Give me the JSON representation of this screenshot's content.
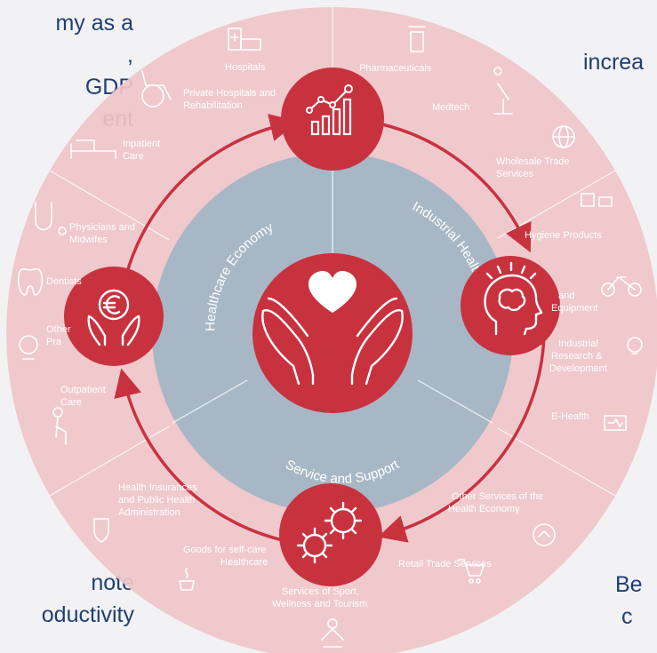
{
  "corner_texts": {
    "top_left": "my as a\n,\n GDP\nent",
    "top_right": "increa",
    "bottom_left": "note\noductivity",
    "bottom_right": "Be\n c"
  },
  "rings": {
    "healthcare_economy": "Healthcare Economy",
    "industrial_health_economy": "Industrial Health Economy",
    "service_and_support": "Service and Support"
  },
  "sectors": {
    "hospitals": "Hospitals",
    "private_hospitals": "Private Hospitals and",
    "private_hospitals_2": "Rehabilitation",
    "inpatient_care": "Inpatient",
    "inpatient_care_2": "Care",
    "physicians": "Physicians and",
    "physicians_2": "Midwifes",
    "dentists": "Dentists",
    "other_practices": "Other",
    "other_practices_2": "Pra",
    "outpatient_care": "Outpatient",
    "outpatient_care_2": "Care",
    "pharmaceuticals": "Pharmaceuticals",
    "medtech": "Medtech",
    "wholesale": "Wholesale Trade",
    "wholesale_2": "Services",
    "hygiene": "Hygiene Products",
    "equipment": "and",
    "equipment_2": "Equipment",
    "research": "Industrial",
    "research_2": "Research &",
    "research_3": "Development",
    "ehealth": "E-Health",
    "insurance": "Health Insurances",
    "insurance_2": "and Public Health",
    "insurance_3": "Administration",
    "self_care": "Goods for self-care",
    "self_care_2": "Healthcare",
    "sport": "Services of Sport,",
    "sport_2": "Wellness and Tourism",
    "retail": "Retail Trade Services",
    "other_services": "Other Services of the",
    "other_services_2": "Health Economy"
  },
  "colors": {
    "accent_red": "#c8323f",
    "outer_ring": "#f0c5c8",
    "middle_ring": "#a8b7c6",
    "corner_text": "#1f3f73"
  },
  "icons": {
    "center": "heart-in-hands-icon",
    "top": "growth-chart-icon",
    "right": "brain-head-icon",
    "bottom": "gears-icon",
    "left": "euro-coin-hands-icon"
  }
}
